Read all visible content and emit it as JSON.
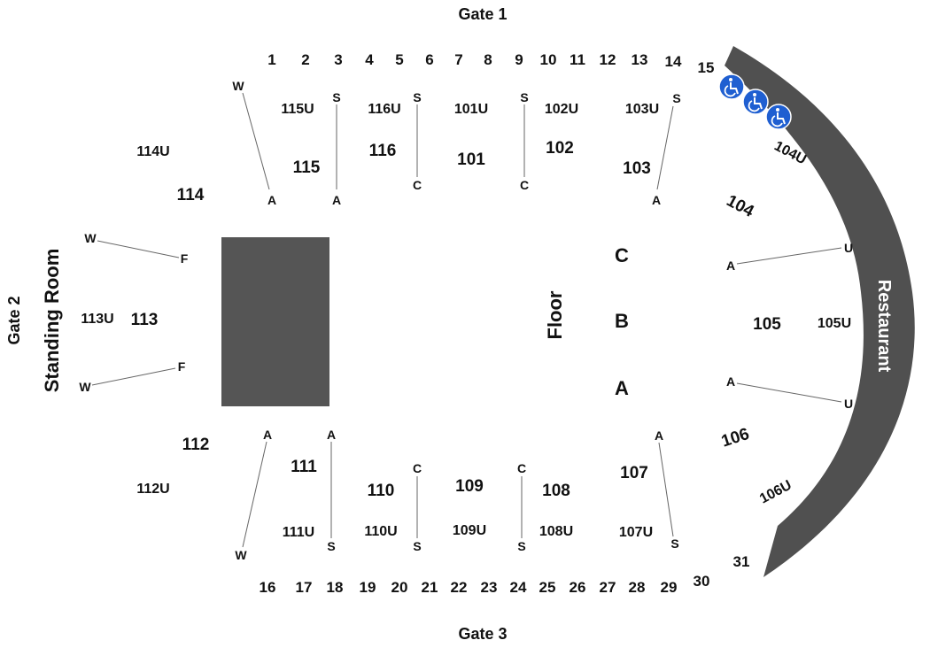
{
  "gates": {
    "gate1": "Gate 1",
    "gate2": "Gate 2",
    "gate3": "Gate 3"
  },
  "standing_room": "Standing Room",
  "floor": "Floor",
  "restaurant": "Restaurant",
  "floor_rows": {
    "c": "C",
    "b": "B",
    "a": "A"
  },
  "top_numbers": [
    "1",
    "2",
    "3",
    "4",
    "5",
    "6",
    "7",
    "8",
    "9",
    "10",
    "11",
    "12",
    "13",
    "14",
    "15"
  ],
  "bottom_numbers": [
    "16",
    "17",
    "18",
    "19",
    "20",
    "21",
    "22",
    "23",
    "24",
    "25",
    "26",
    "27",
    "28",
    "29",
    "30",
    "31"
  ],
  "sections_lower": [
    "101",
    "102",
    "103",
    "104",
    "105",
    "106",
    "107",
    "108",
    "109",
    "110",
    "111",
    "112",
    "113",
    "114",
    "115",
    "116"
  ],
  "sections_upper": [
    "101U",
    "102U",
    "103U",
    "104U",
    "105U",
    "106U",
    "107U",
    "108U",
    "109U",
    "110U",
    "111U",
    "112U",
    "113U",
    "114U",
    "115U",
    "116U"
  ],
  "aisle_rows": {
    "top": [
      "W",
      "A",
      "S",
      "A",
      "S",
      "C",
      "S",
      "C",
      "S",
      "A"
    ],
    "left": [
      "W",
      "F",
      "F",
      "W"
    ],
    "bottom": [
      "A",
      "W",
      "A",
      "S",
      "C",
      "S",
      "C",
      "S",
      "A",
      "S"
    ],
    "right": [
      "A",
      "U",
      "A",
      "U"
    ]
  },
  "colors": {
    "stage": "#555555",
    "concourse": "#505050",
    "accessible": "#1f5fd1",
    "text": "#111111"
  },
  "icons": {
    "accessible": "wheelchair-icon"
  }
}
